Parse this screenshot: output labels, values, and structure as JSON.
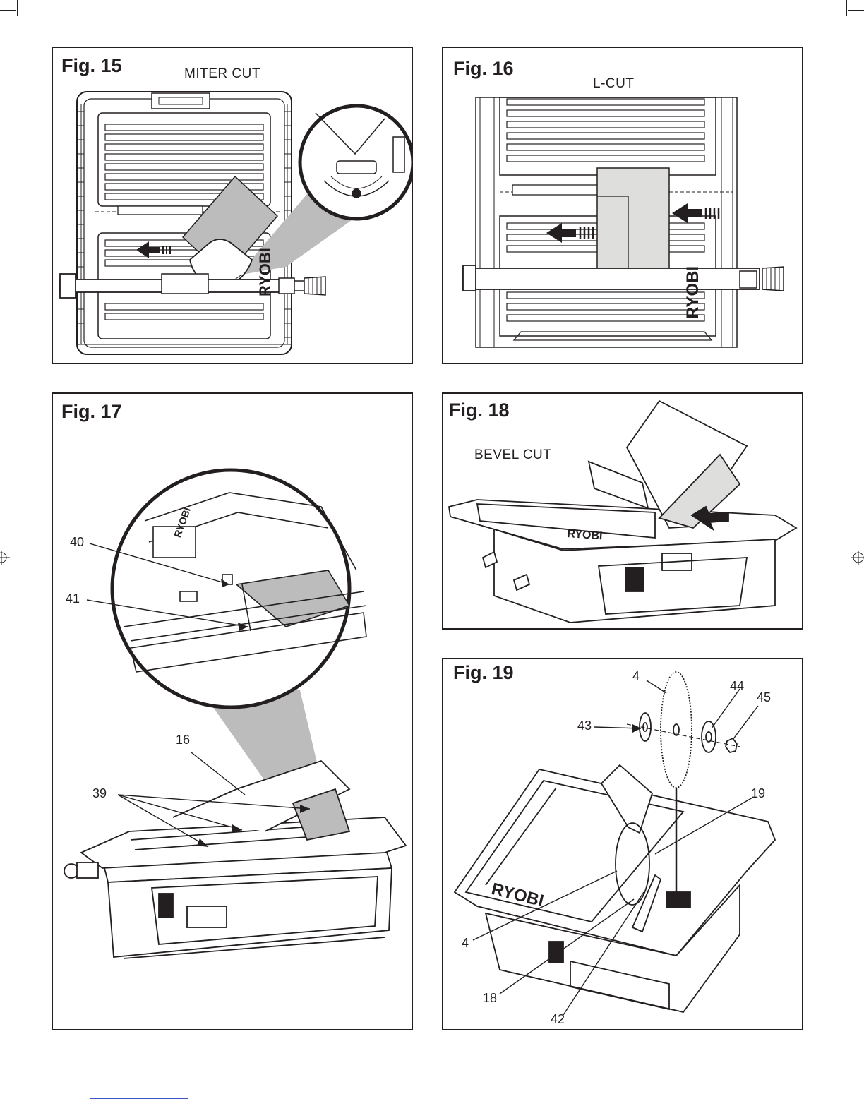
{
  "figures": {
    "fig15": {
      "title": "Fig. 15",
      "caption": "MITER CUT",
      "brand_tag": "RYOBI"
    },
    "fig16": {
      "title": "Fig. 16",
      "caption": "L-CUT",
      "brand_tag": "RYOBI"
    },
    "fig17": {
      "title": "Fig. 17",
      "brand_tag": "RYOBI",
      "callouts": {
        "c40": "40",
        "c41": "41",
        "c16": "16",
        "c39": "39"
      }
    },
    "fig18": {
      "title": "Fig. 18",
      "caption": "BEVEL CUT",
      "brand_tag": "RYOBI"
    },
    "fig19": {
      "title": "Fig. 19",
      "brand_tag": "RYOBI",
      "callouts": {
        "c4a": "4",
        "c44": "44",
        "c45": "45",
        "c43": "43",
        "c19": "19",
        "c4b": "4",
        "c18": "18",
        "c42": "42"
      }
    }
  },
  "colors": {
    "ink": "#231f20",
    "shade": "#bdbcbc",
    "light": "#dededd",
    "footer_rule": "#3b55c9"
  }
}
